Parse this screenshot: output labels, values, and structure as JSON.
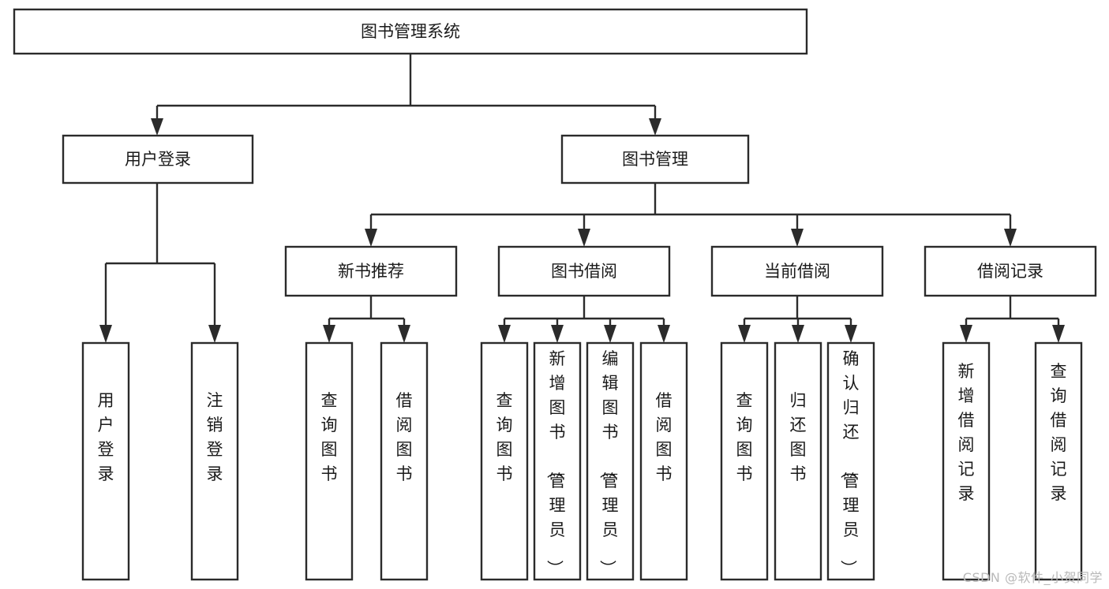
{
  "diagram": {
    "type": "tree-hierarchy-diagram",
    "title": "图书管理系统",
    "background_color": "#ffffff",
    "line_color": "#2b2b2b",
    "text_color": "#1a1a1a",
    "root": {
      "label": "图书管理系统"
    },
    "level2": [
      {
        "label": "用户登录"
      },
      {
        "label": "图书管理"
      }
    ],
    "level3": [
      {
        "label": "新书推荐"
      },
      {
        "label": "图书借阅"
      },
      {
        "label": "当前借阅"
      },
      {
        "label": "借阅记录"
      }
    ],
    "leaves": {
      "user_login": [
        {
          "label": "用户登录"
        },
        {
          "label": "注销登录"
        }
      ],
      "new_book_recommend": [
        {
          "label": "查询图书"
        },
        {
          "label": "借阅图书"
        }
      ],
      "book_borrow": [
        {
          "label": "查询图书"
        },
        {
          "label": "新增图书（管理员）"
        },
        {
          "label": "编辑图书（管理员）"
        },
        {
          "label": "借阅图书"
        }
      ],
      "current_borrow": [
        {
          "label": "查询图书"
        },
        {
          "label": "归还图书"
        },
        {
          "label": "确认归还（管理员）"
        }
      ],
      "borrow_record": [
        {
          "label": "新增借阅记录"
        },
        {
          "label": "查询借阅记录"
        }
      ]
    }
  },
  "watermark": {
    "text": "CSDN @软件_小贺同学"
  }
}
